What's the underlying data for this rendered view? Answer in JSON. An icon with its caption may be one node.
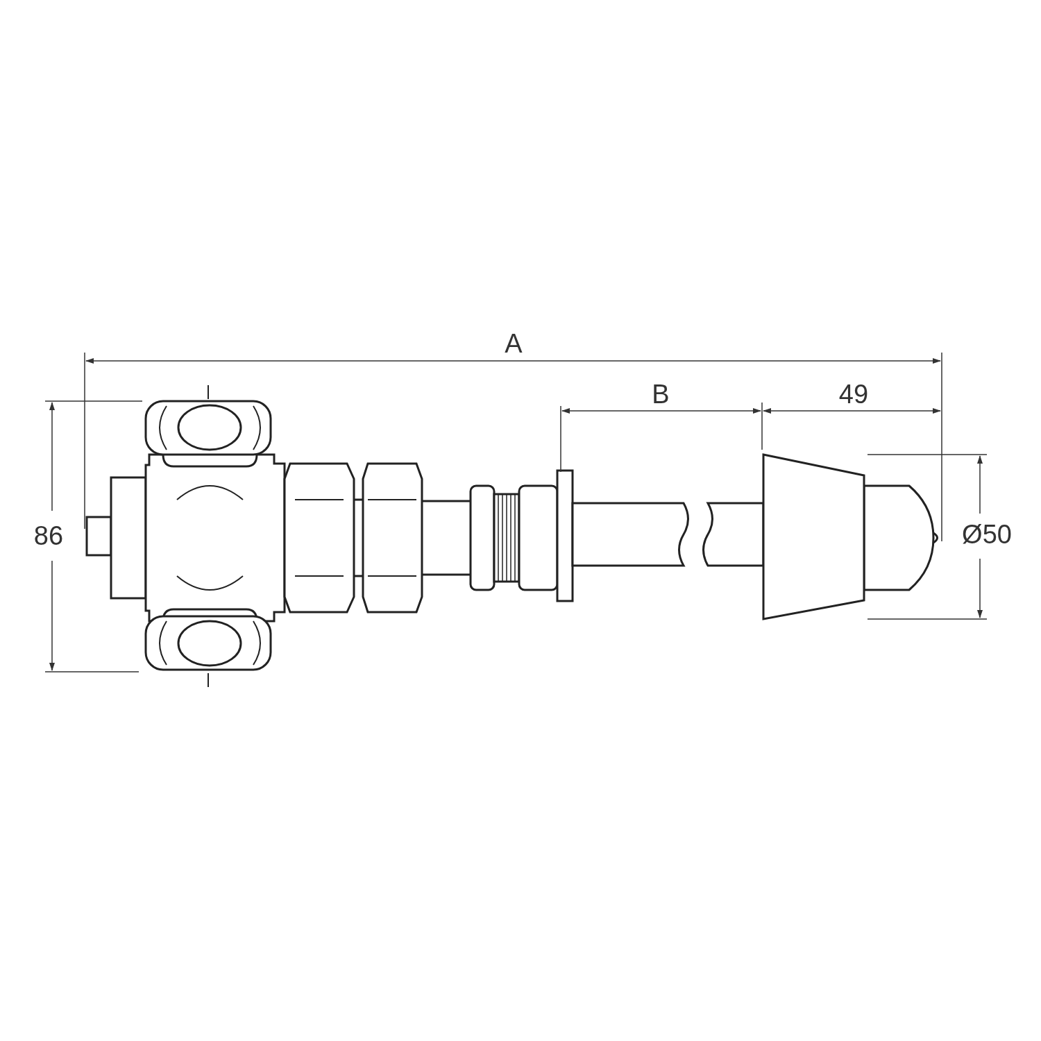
{
  "diagram": {
    "labels": [
      "A",
      "B",
      "49",
      "86",
      "Ø50"
    ]
  }
}
